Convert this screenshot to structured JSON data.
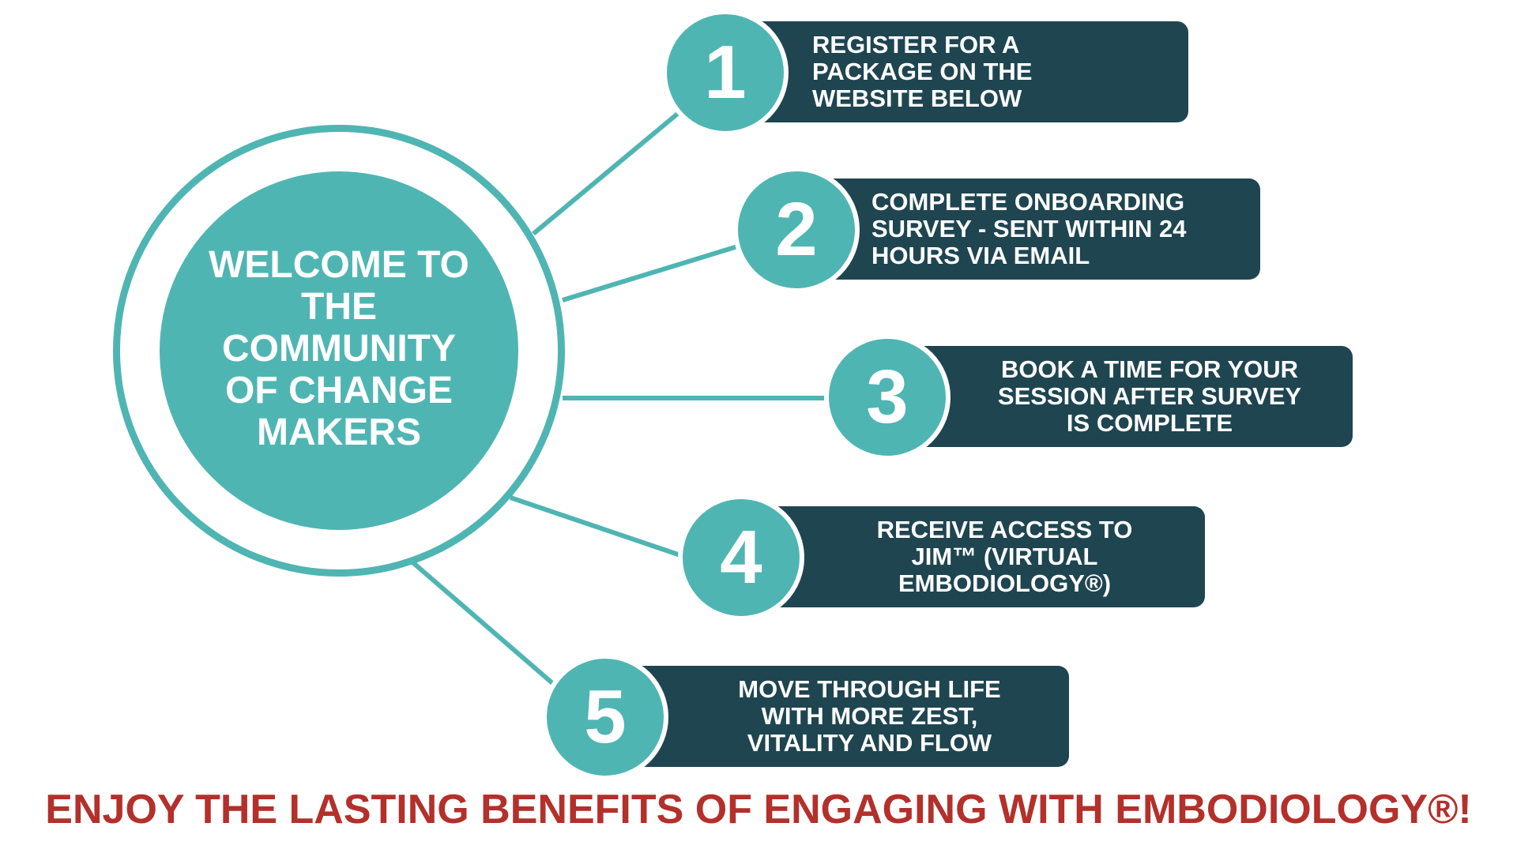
{
  "hub": {
    "text": "WELCOME TO THE COMMUNITY OF CHANGE MAKERS"
  },
  "steps": [
    {
      "number": "1",
      "text": "REGISTER FOR A PACKAGE ON THE WEBSITE BELOW"
    },
    {
      "number": "2",
      "text": "COMPLETE ONBOARDING SURVEY - SENT WITHIN 24 HOURS VIA EMAIL"
    },
    {
      "number": "3",
      "text": "BOOK A TIME FOR YOUR SESSION AFTER SURVEY IS COMPLETE"
    },
    {
      "number": "4",
      "text": "RECEIVE ACCESS TO JIM™ (VIRTUAL EMBODIOLOGY®)"
    },
    {
      "number": "5",
      "text": "MOVE THROUGH LIFE WITH MORE ZEST, VITALITY AND FLOW"
    }
  ],
  "footer": {
    "text": "ENJOY THE LASTING BENEFITS OF ENGAGING WITH EMBODIOLOGY®!"
  },
  "colors": {
    "teal": "#4fb5b2",
    "dark_teal": "#1f4550",
    "red": "#b3302b",
    "white": "#ffffff"
  }
}
